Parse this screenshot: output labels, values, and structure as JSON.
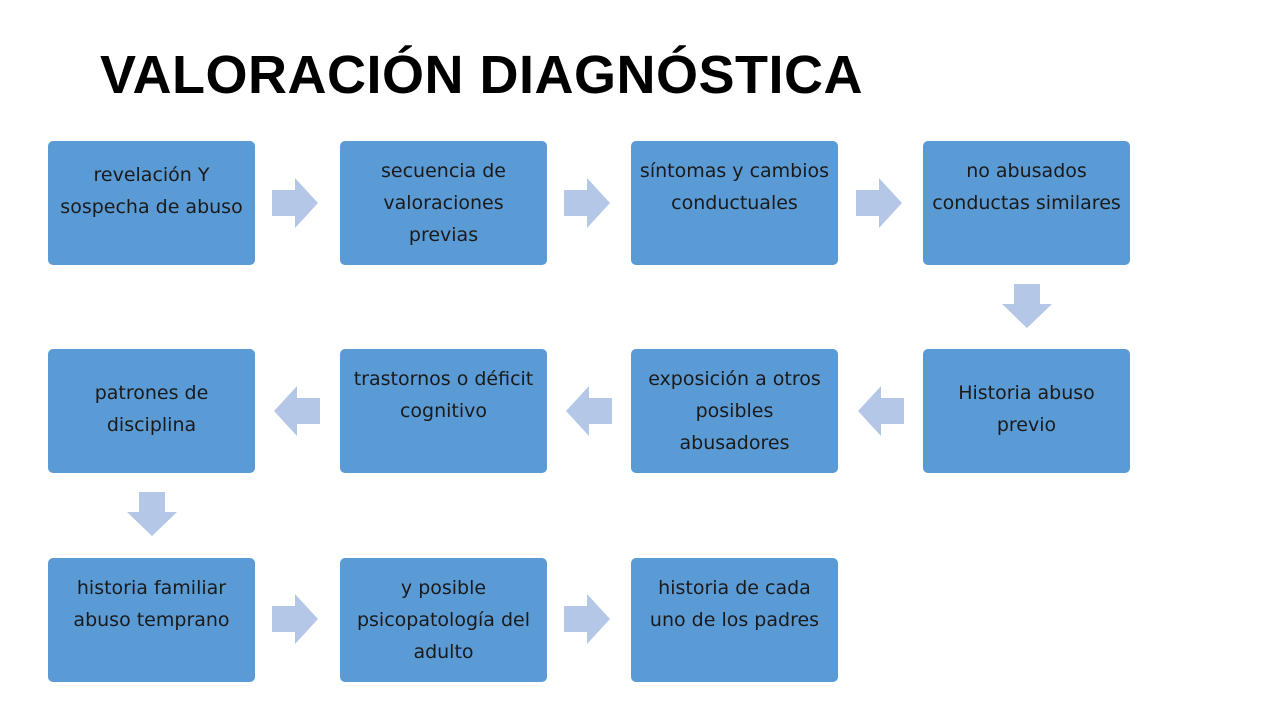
{
  "title": "VALORACIÓN DIAGNÓSTICA",
  "colors": {
    "box_fill": "#5b9bd5",
    "arrow_fill": "#b4c7e7",
    "text": "#1a1a1a"
  },
  "steps": [
    "revelación Y sospecha de abuso",
    "secuencia de valoraciones previas",
    "síntomas y cambios conductuales",
    "no abusados conductas similares",
    "Historia abuso previo",
    "exposición a otros posibles abusadores",
    "trastornos o déficit cognitivo",
    "patrones de disciplina",
    "historia familiar abuso temprano",
    "y posible psicopatología del adulto",
    "historia de cada uno de los padres"
  ]
}
